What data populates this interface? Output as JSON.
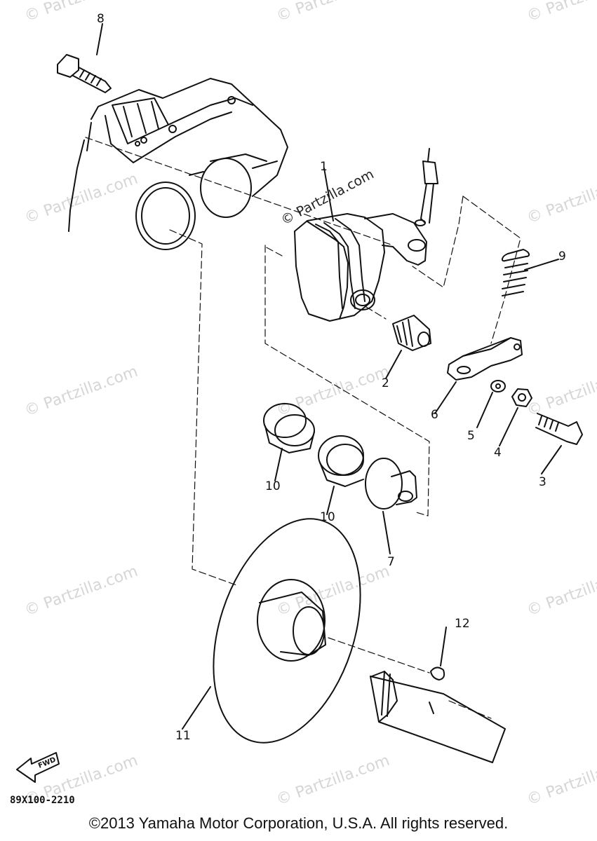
{
  "watermark": "© Partzilla.com",
  "center_watermark": "© Partzilla.com",
  "callouts": {
    "p1": "1",
    "p2": "2",
    "p3": "3",
    "p4": "4",
    "p5": "5",
    "p6": "6",
    "p7": "7",
    "p8": "8",
    "p9": "9",
    "p10a": "10",
    "p10b": "10",
    "p11": "11",
    "p12": "12"
  },
  "fwd_label": "FWD",
  "diagram_code": "89X100-2210",
  "copyright": "©2013 Yamaha Motor Corporation, U.S.A. All rights reserved."
}
